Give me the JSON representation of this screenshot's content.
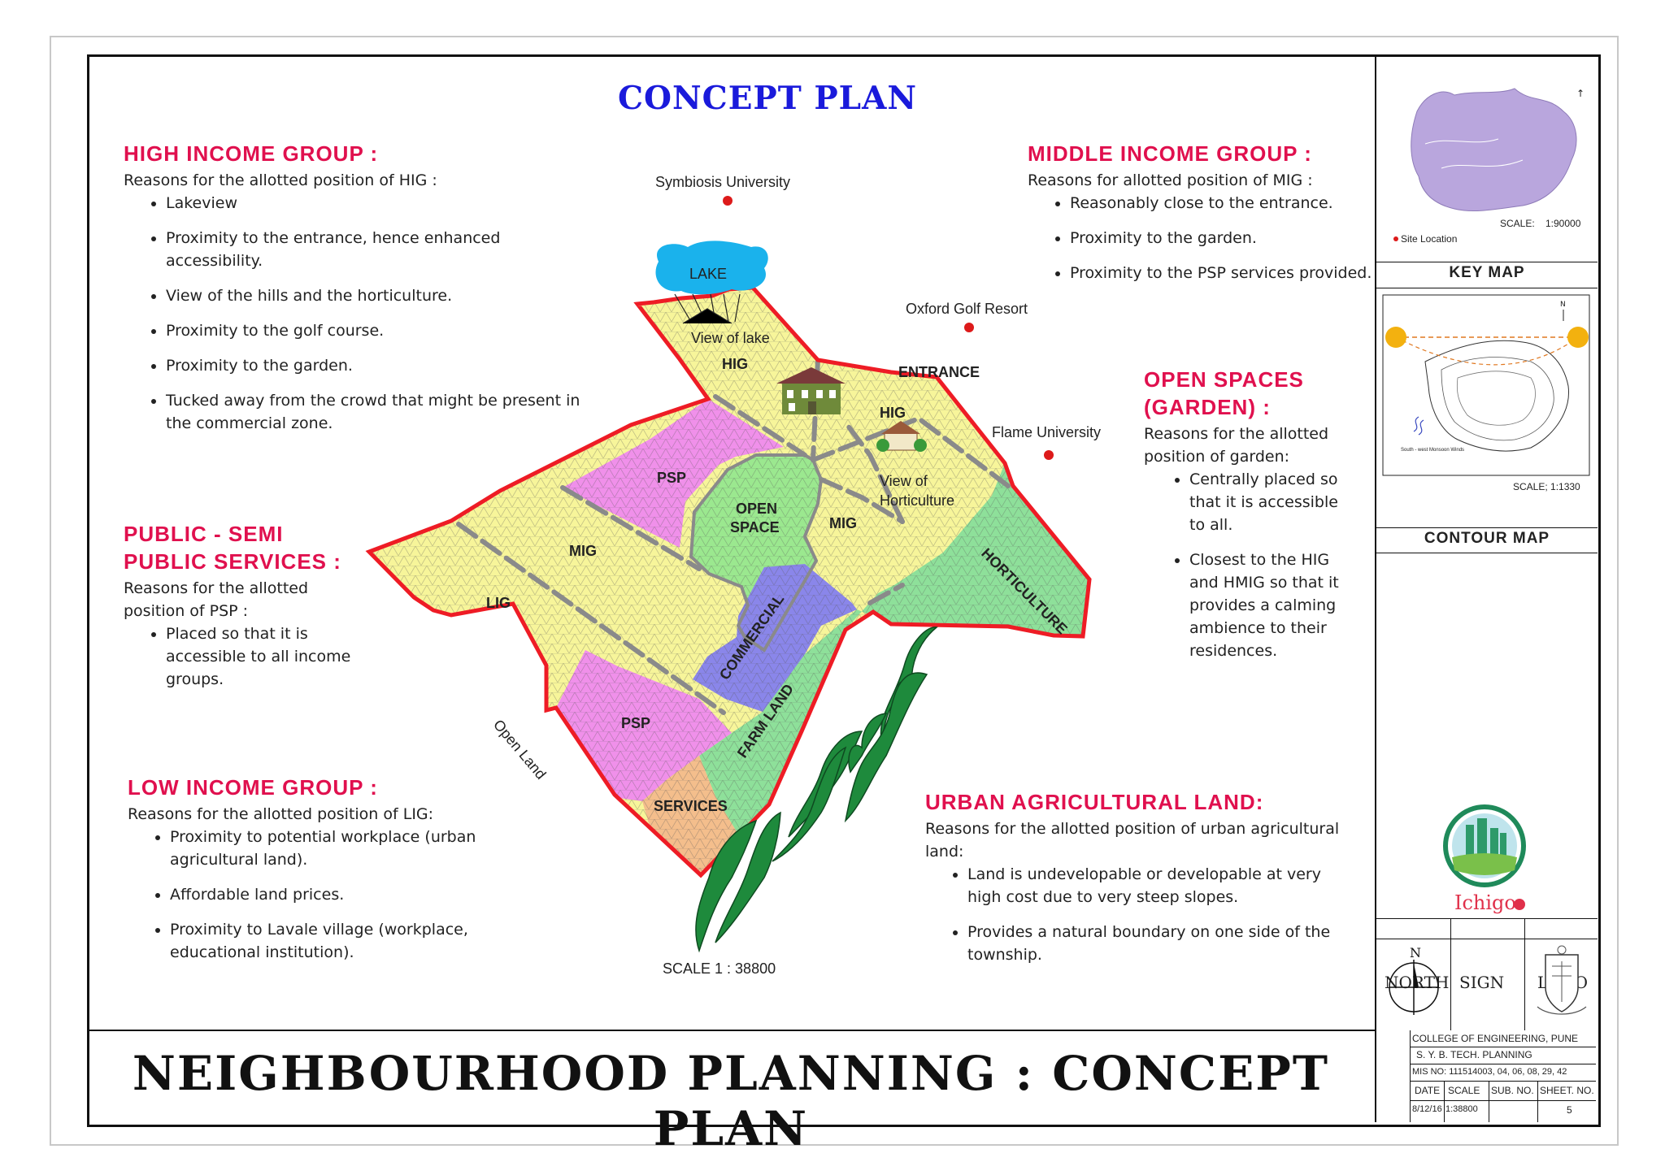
{
  "concept_title": "CONCEPT PLAN",
  "main_title": "NEIGHBOURHOOD PLANNING : CONCEPT PLAN",
  "hig": {
    "heading": "HIGH INCOME GROUP :",
    "intro": "Reasons for the allotted position of HIG :",
    "items": [
      "Lakeview",
      "Proximity to the entrance, hence enhanced accessibility.",
      "View of the hills and the horticulture.",
      "Proximity to the golf course.",
      "Proximity to the garden.",
      "Tucked away from the crowd that might be present in the commercial zone."
    ]
  },
  "psp": {
    "heading": "PUBLIC - SEMI PUBLIC SERVICES :",
    "intro": "Reasons for the allotted position of PSP :",
    "items": [
      "Placed so that it is accessible to all income groups."
    ]
  },
  "lig": {
    "heading": "LOW INCOME GROUP :",
    "intro": "Reasons for the allotted position of LIG:",
    "items": [
      "Proximity to potential workplace (urban agricultural land).",
      "Affordable land prices.",
      "Proximity to Lavale village (workplace, educational institution)."
    ]
  },
  "mig": {
    "heading": "MIDDLE INCOME GROUP :",
    "intro": "Reasons for allotted position of MIG :",
    "items": [
      "Reasonably close to the entrance.",
      "Proximity to the garden.",
      "Proximity to the PSP services provided."
    ]
  },
  "open_spaces": {
    "heading": "OPEN SPACES (GARDEN) :",
    "intro": "Reasons for the allotted position of garden:",
    "items": [
      "Centrally placed so that it is accessible to all.",
      "Closest to the HIG and HMIG so that it provides a calming ambience to their residences."
    ]
  },
  "urban_agri": {
    "heading": "URBAN AGRICULTURAL LAND:",
    "intro": "Reasons for the allotted position of urban agricultural land:",
    "items": [
      "Land is undevelopable or developable at very high cost due to very steep slopes.",
      "Provides a natural boundary on one side of the township."
    ]
  },
  "map": {
    "landmarks": {
      "symbiosis": "Symbiosis University",
      "oxford": "Oxford Golf Resort",
      "flame": "Flame University",
      "lake": "LAKE",
      "view_lake": "View of lake",
      "entrance": "ENTRANCE",
      "view_horti": "View of Horticulture",
      "open_land": "Open Land",
      "scale": "SCALE 1 : 38800"
    },
    "zones": {
      "hig1": "HIG",
      "hig2": "HIG",
      "psp1": "PSP",
      "open": "OPEN SPACE",
      "mig1": "MIG",
      "mig2": "MIG",
      "lig": "LIG",
      "commercial": "COMMERCIAL",
      "farm": "FARM LAND",
      "psp2": "PSP",
      "services": "SERVICES",
      "horti": "HORTICULTURE"
    },
    "colors": {
      "residential": "#f7f59a",
      "psp": "#f090ea",
      "open_space": "#9be88f",
      "commercial": "#8a86ea",
      "farm": "#8ee09a",
      "services": "#f4be8c",
      "boundary": "#ee1c25",
      "lake": "#1ab2ec",
      "hills": "#1e8a3c",
      "markers": "#dd1a1a",
      "heading_red": "#e0104e",
      "title_blue": "#1a1adb"
    }
  },
  "key_map": {
    "caption": "KEY MAP",
    "scale_label": "SCALE:",
    "scale_value": "1:90000",
    "site_location": "Site Location"
  },
  "contour_map": {
    "caption": "CONTOUR MAP",
    "scale": "SCALE; 1:1330",
    "winds": "South - west Monsoon Winds"
  },
  "logo": {
    "name": "Ichigo"
  },
  "north_sign_logo": {
    "north": "NORTH",
    "sign": "SIGN",
    "logo": "LOGO",
    "n_letter": "N"
  },
  "title_block": {
    "college": "COLLEGE OF ENGINEERING, PUNE",
    "course": "S. Y. B. TECH. PLANNING",
    "mis": "MIS NO: 111514003, 04, 06, 08, 29, 42",
    "h_date": "DATE",
    "h_scale": "SCALE",
    "h_sub": "SUB. NO.",
    "h_sheet": "SHEET. NO.",
    "date": "8/12/16",
    "scale": "1:38800",
    "sub": "",
    "sheet": "5"
  }
}
